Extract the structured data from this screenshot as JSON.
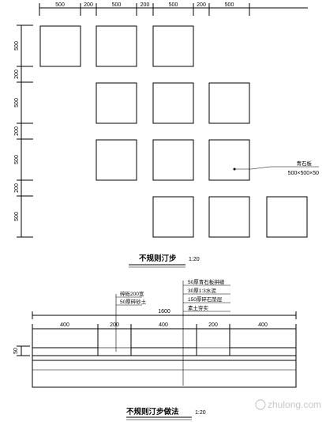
{
  "plan": {
    "top_dims": [
      "500",
      "200",
      "500",
      "200",
      "500",
      "200",
      "500"
    ],
    "left_dims": [
      "500",
      "200",
      "500",
      "200",
      "500",
      "200",
      "500"
    ],
    "tile_callout": {
      "name": "青石板",
      "size": "500×500×50"
    },
    "title": "不规则汀步",
    "scale": "1:20"
  },
  "section": {
    "notes_left": [
      "碎砾200宽",
      "50厚碎砂土"
    ],
    "notes_right": [
      "50厚青石板拼缝",
      "30厚1:3水泥",
      "150厚碎石垫层",
      "素土夯实"
    ],
    "overall_dim": "1600",
    "dims": [
      "400",
      "200",
      "400",
      "200",
      "400"
    ],
    "height_dim": "50",
    "title": "不规则汀步做法",
    "scale": "1:20"
  },
  "watermark": "zhulong.com"
}
